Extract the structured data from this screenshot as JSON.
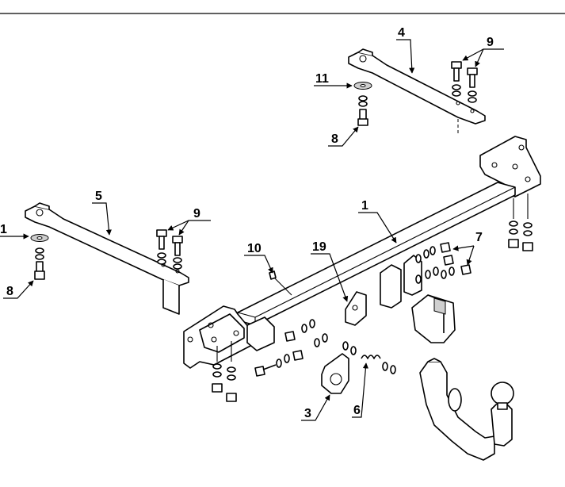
{
  "callouts": {
    "c1_main": "1",
    "c1_left": "1",
    "c3": "3",
    "c4": "4",
    "c5": "5",
    "c6": "6",
    "c7": "7",
    "c8_top": "8",
    "c8_left": "8",
    "c9_top": "9",
    "c9_left": "9",
    "c10": "10",
    "c11": "11",
    "c19": "19"
  }
}
